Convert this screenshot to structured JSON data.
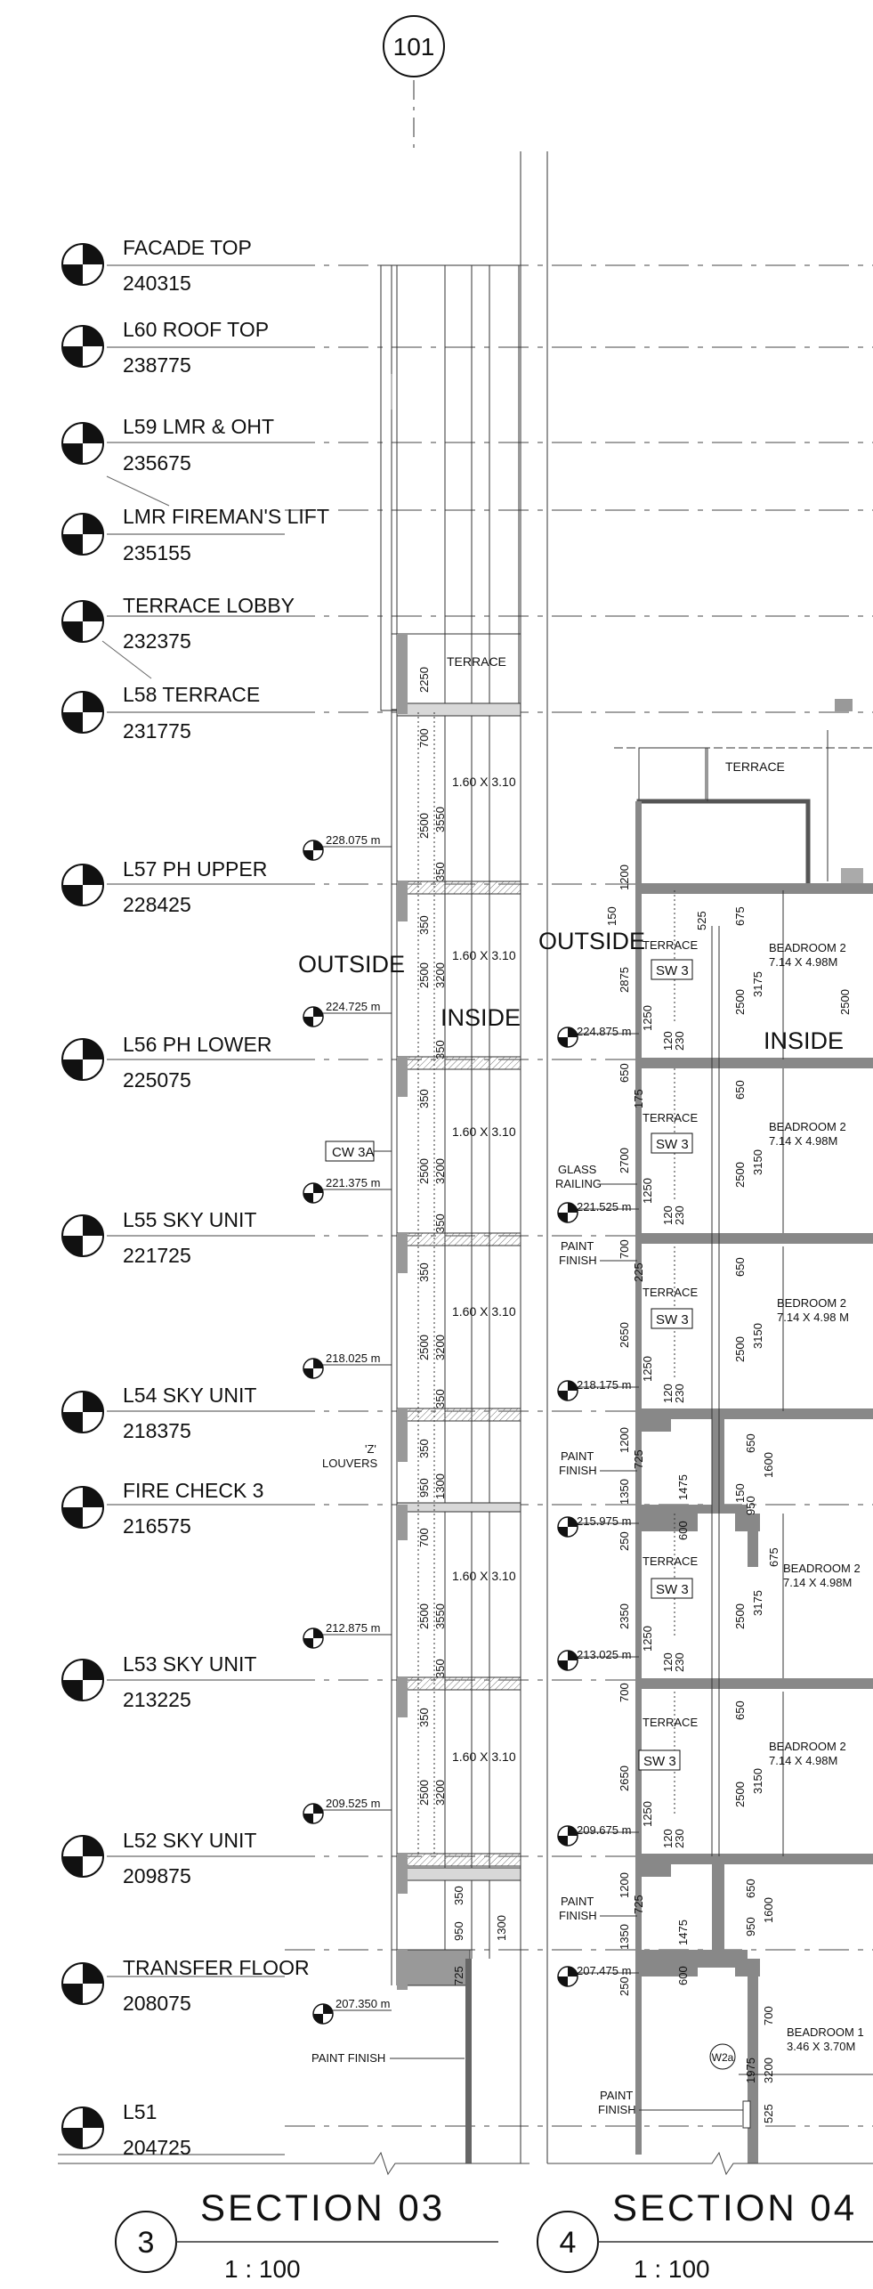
{
  "grid_bubble": "101",
  "levels": [
    {
      "name": "FACADE TOP",
      "elev": "240315"
    },
    {
      "name": "L60 ROOF TOP",
      "elev": "238775"
    },
    {
      "name": "L59 LMR & OHT",
      "elev": "235675"
    },
    {
      "name": "LMR FIREMAN'S LIFT",
      "elev": "235155"
    },
    {
      "name": "TERRACE LOBBY",
      "elev": "232375"
    },
    {
      "name": "L58 TERRACE",
      "elev": "231775"
    },
    {
      "name": "L57 PH UPPER",
      "elev": "228425"
    },
    {
      "name": "L56 PH LOWER",
      "elev": "225075"
    },
    {
      "name": "L55 SKY UNIT",
      "elev": "221725"
    },
    {
      "name": "L54 SKY UNIT",
      "elev": "218375"
    },
    {
      "name": "FIRE CHECK 3",
      "elev": "216575"
    },
    {
      "name": "L53 SKY UNIT",
      "elev": "213225"
    },
    {
      "name": "L52 SKY UNIT",
      "elev": "209875"
    },
    {
      "name": "TRANSFER FLOOR",
      "elev": "208075"
    },
    {
      "name": "L51",
      "elev": "204725"
    }
  ],
  "sec3_spot_levels": [
    "228.075 m",
    "224.725 m",
    "221.375 m",
    "218.025 m",
    "212.875 m",
    "209.525 m",
    "207.350 m"
  ],
  "sec4_spot_levels": [
    "224.875 m",
    "221.525 m",
    "218.175 m",
    "215.975 m",
    "213.025 m",
    "209.675 m",
    "207.475 m"
  ],
  "window_size": "1.60 X 3.10",
  "labels": {
    "terrace": "TERRACE",
    "outside": "OUTSIDE",
    "inside": "INSIDE",
    "cw3a": "CW 3A",
    "z": "'Z'",
    "louvers": "LOUVERS",
    "paint": "PAINT",
    "finish": "FINISH",
    "paint_finish": "PAINT FINISH",
    "glass": "GLASS",
    "railing": "RAILING",
    "sw3": "SW 3",
    "w2a": "W2a"
  },
  "rooms": [
    {
      "name": "BEADROOM 2",
      "size": "7.14 X 4.98M"
    },
    {
      "name": "BEADROOM 2",
      "size": "7.14 X 4.98M"
    },
    {
      "name": "BEDROOM 2",
      "size": "7.14 X 4.98 M"
    },
    {
      "name": "BEADROOM 2",
      "size": "7.14 X 4.98M"
    },
    {
      "name": "BEADROOM 2",
      "size": "7.14 X 4.98M"
    },
    {
      "name": "BEADROOM 1",
      "size": "3.46 X 3.70M"
    }
  ],
  "dims": {
    "d2250": "2250",
    "d700": "700",
    "d2500": "2500",
    "d3550": "3550",
    "d3200": "3200",
    "d350": "350",
    "d950": "950",
    "d1300": "1300",
    "d725": "725",
    "d1200": "1200",
    "d150": "150",
    "d525": "525",
    "d675": "675",
    "d2875": "2875",
    "d3175": "3175",
    "d1250": "1250",
    "d120": "120",
    "d230": "230",
    "d650": "650",
    "d175": "175",
    "d2700": "2700",
    "d3150": "3150",
    "d225": "225",
    "d2650": "2650",
    "d1350": "1350",
    "d1475": "1475",
    "d1600": "1600",
    "d250": "250",
    "d600": "600",
    "d2350": "2350",
    "d1975": "1975"
  },
  "sections": [
    {
      "num": "3",
      "title": "SECTION  03",
      "scale": "1  :  100"
    },
    {
      "num": "4",
      "title": "SECTION  04",
      "scale": "1  :  100"
    }
  ]
}
